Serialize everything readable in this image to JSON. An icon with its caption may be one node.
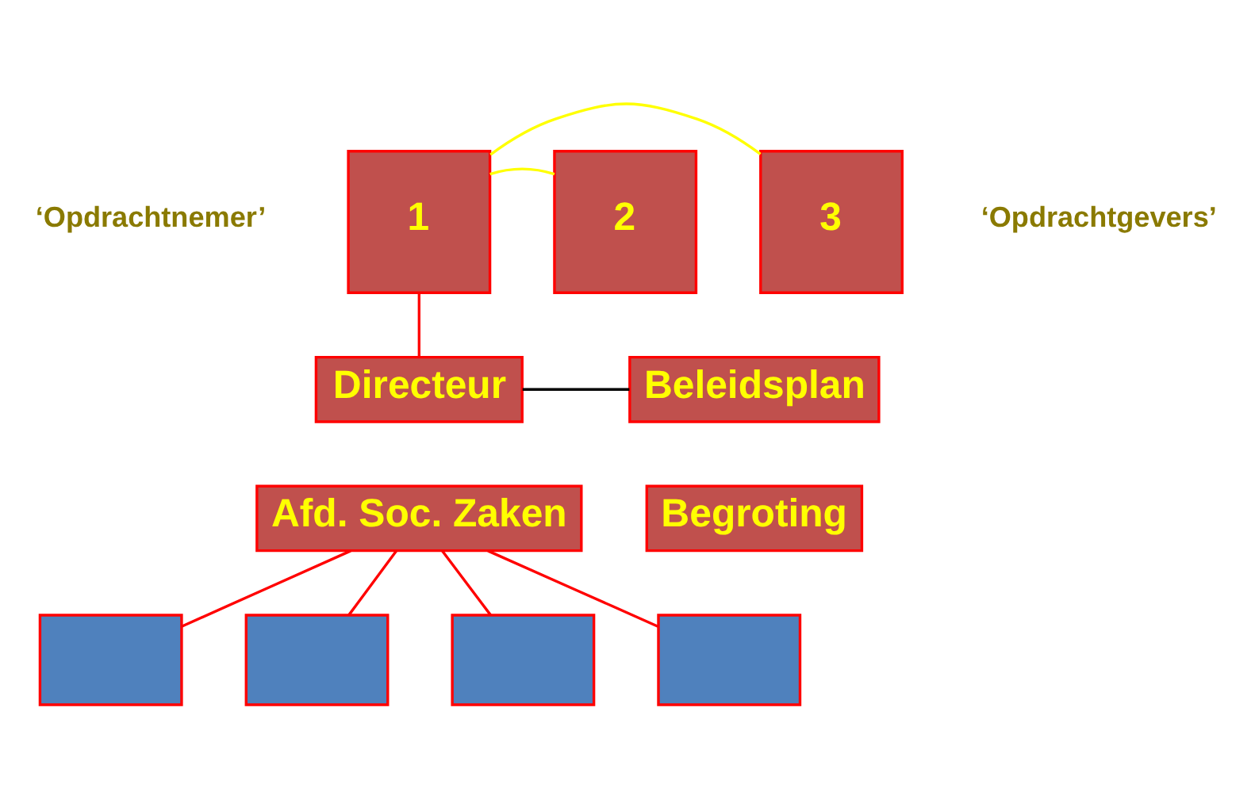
{
  "diagram": {
    "nodes": [
      {
        "text": [
          "1"
        ]
      },
      {
        "text": [
          "2"
        ]
      },
      {
        "text": [
          "3"
        ]
      },
      {
        "text": [
          "Directeur"
        ]
      },
      {
        "text": [
          "Beleidsplan"
        ]
      },
      {
        "text": [
          "Begroting"
        ]
      },
      {
        "text": [
          "Afd. Soc. Zaken"
        ]
      },
      {
        "text": [],
        "shape": "box"
      },
      {
        "text": [],
        "shape": "box"
      },
      {
        "text": [],
        "shape": "box"
      },
      {
        "text": [],
        "shape": "box"
      }
    ],
    "edges": [
      {
        "from": 0,
        "to": 1,
        "arrow": "none",
        "color": "#ffff00"
      },
      {
        "from": 0,
        "to": 2,
        "arrow": "none",
        "color": "#ffff00"
      },
      {
        "from": 0,
        "to": 3,
        "arrow": "none"
      },
      {
        "from": 3,
        "to": 4,
        "arrow": "none",
        "color": "#000000"
      },
      {
        "from": 6,
        "to": 7,
        "arrow": "none"
      },
      {
        "from": 6,
        "to": 8,
        "arrow": "none"
      },
      {
        "from": 6,
        "to": 9,
        "arrow": "none"
      },
      {
        "from": 6,
        "to": 10,
        "arrow": "none"
      }
    ],
    "labels": [
      "‘Opdrachtnemer’",
      "‘Opdrachtgevers’"
    ]
  }
}
